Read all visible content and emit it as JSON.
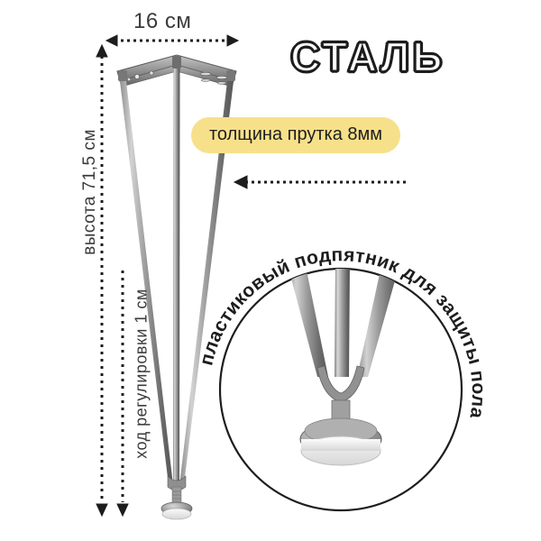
{
  "product": {
    "type": "hairpin-table-leg",
    "material_headline": "СТАЛЬ"
  },
  "dimensions": {
    "width_label": "16 см",
    "height_label": "высота 71,5 см",
    "adjustment_label": "ход регулировки 1 см"
  },
  "badges": {
    "rod_thickness": "толщина прутка 8мм"
  },
  "callout": {
    "circle_text": "пластиковый подпятник для защиты пола"
  },
  "colors": {
    "badge_background": "#f7e08a",
    "text_dark": "#1d1d1d",
    "dimension_text": "#3b3b3b",
    "metal_rod": "#6a6a6a",
    "metal_rod_light": "#c9c9c9",
    "metal_rod_dark": "#4a4a4a",
    "background": "#ffffff",
    "foot_pad": "#efefef"
  }
}
